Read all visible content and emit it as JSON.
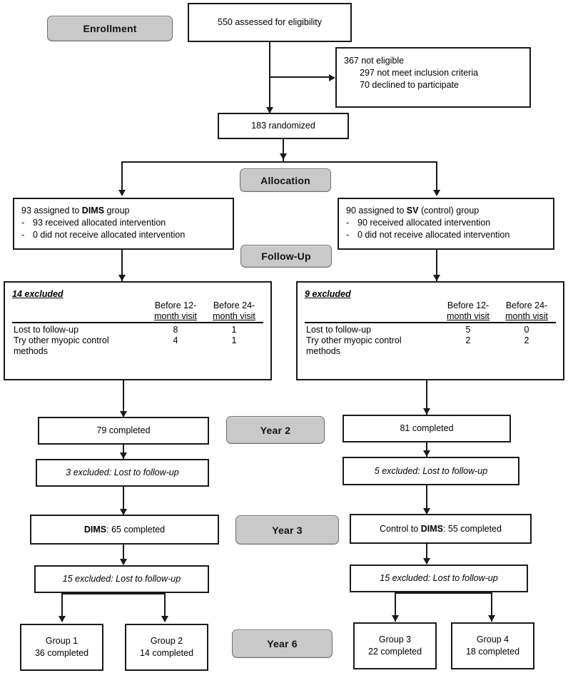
{
  "stage_labels": {
    "enrollment": "Enrollment",
    "allocation": "Allocation",
    "followup": "Follow-Up",
    "year2": "Year 2",
    "year3": "Year 3",
    "year6": "Year 6"
  },
  "enrollment": {
    "assessed": "550 assessed for eligibility",
    "not_eligible_title": "367 not eligible",
    "not_eligible_reason1": "297 not meet inclusion criteria",
    "not_eligible_reason2": "70   declined to participate",
    "randomized": "183 randomized"
  },
  "allocation": {
    "left": {
      "title_pre": "93 assigned to ",
      "title_strong": "DIMS",
      "title_post": " group",
      "bullet1": "93 received allocated intervention",
      "bullet2": "0 did not receive allocated intervention",
      "dash": "-"
    },
    "right": {
      "title_pre": "90 assigned to ",
      "title_strong": "SV",
      "title_post": " (control) group",
      "bullet1": "90 received allocated intervention",
      "bullet2": "0 did not receive allocated intervention",
      "dash": "-"
    }
  },
  "followup_tables": {
    "columns": [
      "",
      "Before 12-month visit",
      "Before 24-month visit"
    ],
    "column_head_lines": [
      [
        "Before 12-",
        "month visit"
      ],
      [
        "Before 24-",
        "month visit"
      ]
    ],
    "row_labels": [
      "Lost to follow-up",
      "Try other myopic control methods"
    ],
    "row_label_lines": [
      [
        "Lost to follow-up"
      ],
      [
        "Try other myopic control",
        "methods"
      ]
    ],
    "left": {
      "title": "14 excluded",
      "values": [
        [
          "8",
          "1"
        ],
        [
          "4",
          "1"
        ]
      ]
    },
    "right": {
      "title": "9 excluded",
      "values": [
        [
          "5",
          "0"
        ],
        [
          "2",
          "2"
        ]
      ]
    }
  },
  "year2": {
    "left_completed": "79 completed",
    "right_completed": "81 completed",
    "left_excluded_num": "3 excluded:",
    "left_excluded_reason": " Lost to follow-up",
    "right_excluded_num": "5 excluded:",
    "right_excluded_reason": " Lost to follow-up"
  },
  "year3": {
    "left_completed": "DIMS: 65 completed",
    "right_completed": "Control to DIMS: 55 completed",
    "left_completed_strong": "DIMS",
    "left_completed_rest": ": 65 completed",
    "right_completed_strong": "DIMS",
    "right_completed_pre": "Control to ",
    "right_completed_rest": ": 55 completed",
    "left_excluded_num": "15 excluded:",
    "left_excluded_reason": " Lost to follow-up",
    "right_excluded_num": "15 excluded:",
    "right_excluded_reason": " Lost to follow-up"
  },
  "year6": {
    "groups": [
      {
        "name": "Group 1",
        "completed": "36  completed"
      },
      {
        "name": "Group 2",
        "completed": "14  completed"
      },
      {
        "name": "Group 3",
        "completed": "22  completed"
      },
      {
        "name": "Group 4",
        "completed": "18  completed"
      }
    ]
  },
  "colors": {
    "badge_fill": "#c9c9c9",
    "badge_border": "#6e6e6e",
    "line": "#1a1a1a",
    "box_border": "#1a1a1a",
    "background": "#ffffff"
  }
}
